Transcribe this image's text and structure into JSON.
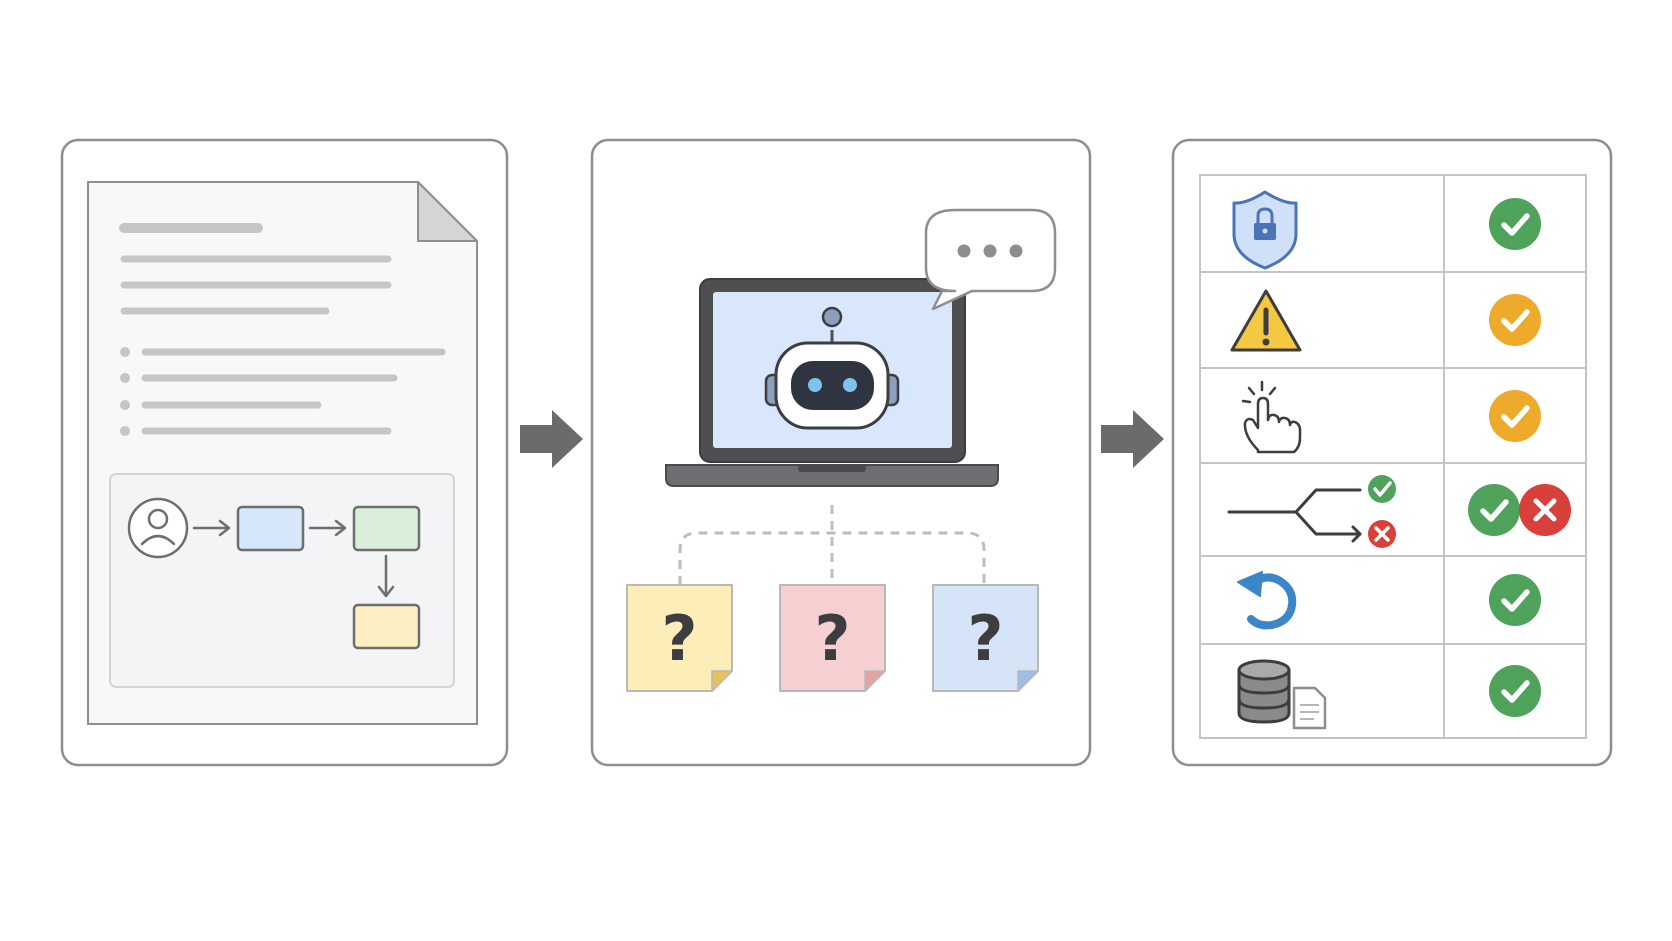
{
  "panels": [
    {
      "id": "document",
      "content": "document-with-flow-diagram"
    },
    {
      "id": "assistant",
      "content": "laptop-robot-with-questions",
      "question_notes": [
        {
          "symbol": "?",
          "color": "#fdeeb9"
        },
        {
          "symbol": "?",
          "color": "#f6d0d0"
        },
        {
          "symbol": "?",
          "color": "#d6e4f8"
        }
      ]
    },
    {
      "id": "checklist",
      "content": "criteria-checklist",
      "rows": [
        {
          "icon": "shield-lock-icon",
          "status": [
            "pass"
          ]
        },
        {
          "icon": "warning-icon",
          "status": [
            "partial"
          ]
        },
        {
          "icon": "click-hand-icon",
          "status": [
            "partial"
          ]
        },
        {
          "icon": "branch-icon",
          "status": [
            "pass",
            "fail"
          ]
        },
        {
          "icon": "undo-icon",
          "status": [
            "pass"
          ]
        },
        {
          "icon": "database-document-icon",
          "status": [
            "pass"
          ]
        }
      ]
    }
  ],
  "colors": {
    "pass": "#4ea25a",
    "partial": "#eeaa2b",
    "fail": "#d8403b",
    "border": "#8a8a8a",
    "arrow": "#6b6b6b",
    "flow_blue": "#d6e6fb",
    "flow_green": "#d9eedb",
    "flow_yellow": "#fdefc3",
    "screen": "#d8e7fb"
  }
}
